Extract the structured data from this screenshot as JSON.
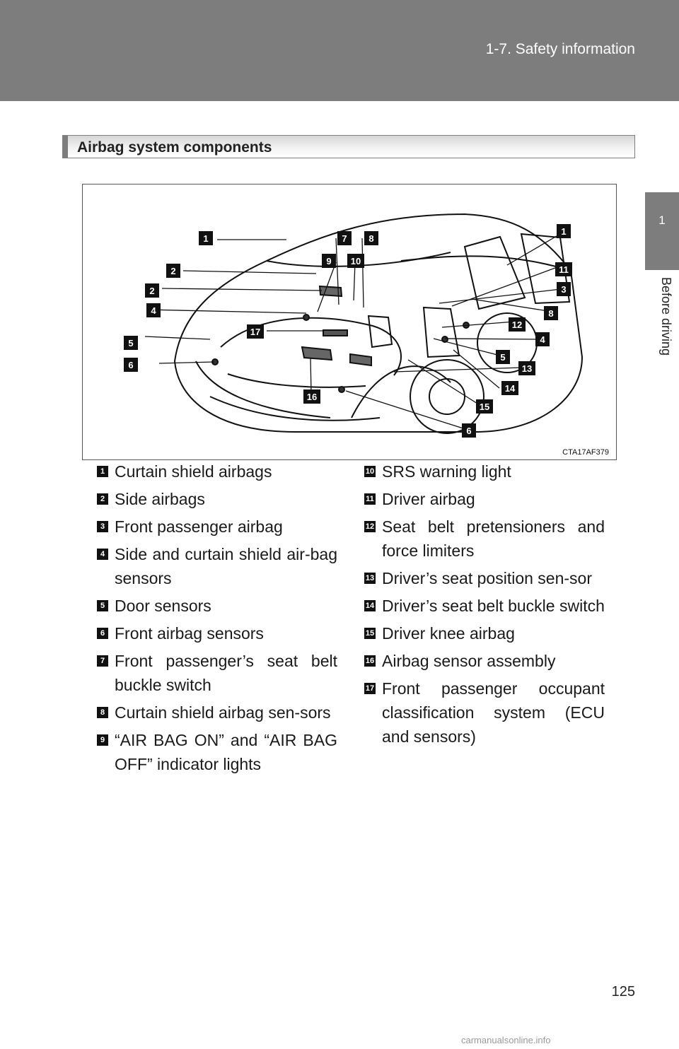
{
  "header": {
    "title": "1-7. Safety information"
  },
  "side_tab": {
    "number": "1",
    "label": "Before driving"
  },
  "section": {
    "title": "Airbag system components"
  },
  "figure": {
    "code": "CTA17AF379",
    "callouts": [
      "1",
      "7",
      "8",
      "1",
      "9",
      "10",
      "11",
      "2",
      "3",
      "2",
      "4",
      "8",
      "17",
      "12",
      "5",
      "4",
      "6",
      "5",
      "13",
      "14",
      "16",
      "15",
      "6"
    ]
  },
  "legend_left": [
    {
      "num": "1",
      "text": "Curtain shield airbags"
    },
    {
      "num": "2",
      "text": "Side airbags"
    },
    {
      "num": "3",
      "text": "Front passenger airbag"
    },
    {
      "num": "4",
      "text": "Side and curtain shield air-bag sensors"
    },
    {
      "num": "5",
      "text": "Door sensors"
    },
    {
      "num": "6",
      "text": "Front airbag sensors"
    },
    {
      "num": "7",
      "text": "Front passenger’s seat belt buckle switch"
    },
    {
      "num": "8",
      "text": "Curtain shield airbag sen-sors"
    },
    {
      "num": "9",
      "text": "“AIR BAG ON” and “AIR BAG OFF” indicator lights"
    }
  ],
  "legend_right": [
    {
      "num": "10",
      "text": "SRS warning light"
    },
    {
      "num": "11",
      "text": "Driver airbag"
    },
    {
      "num": "12",
      "text": "Seat belt pretensioners and force limiters"
    },
    {
      "num": "13",
      "text": "Driver’s seat position sen-sor"
    },
    {
      "num": "14",
      "text": "Driver’s seat belt buckle switch"
    },
    {
      "num": "15",
      "text": "Driver knee airbag"
    },
    {
      "num": "16",
      "text": "Airbag sensor assembly"
    },
    {
      "num": "17",
      "text": "Front passenger occupant classification system (ECU and sensors)"
    }
  ],
  "page_number": "125",
  "watermark": "carmanualsonline.info"
}
